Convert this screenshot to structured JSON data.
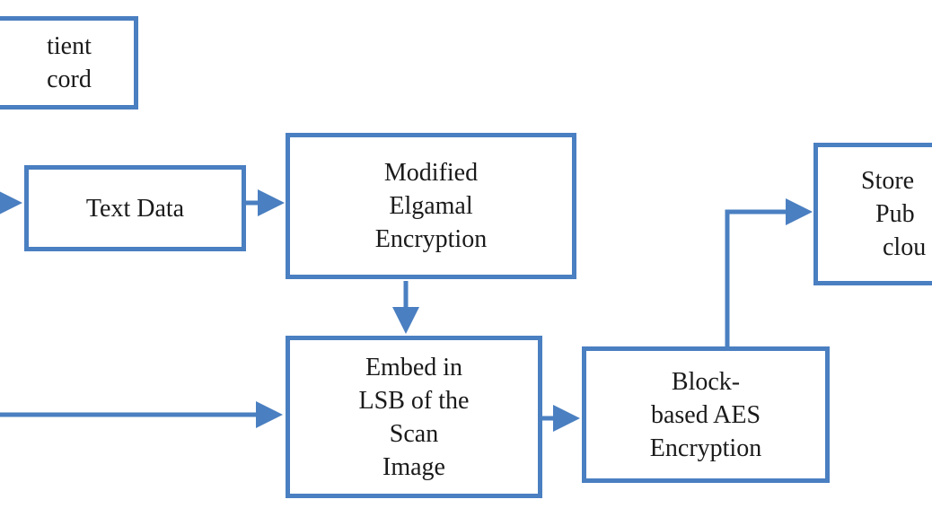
{
  "diagram": {
    "accent_color": "#4a7fc1",
    "nodes": {
      "patient_record": {
        "lines": [
          "tient",
          "cord"
        ]
      },
      "text_data": {
        "lines": [
          "Text Data"
        ]
      },
      "elgamal": {
        "lines": [
          "Modified",
          "Elgamal",
          "Encryption"
        ]
      },
      "embed": {
        "lines": [
          "Embed in",
          "LSB of the",
          "Scan",
          "Image"
        ]
      },
      "aes": {
        "lines": [
          "Block-",
          "based AES",
          "Encryption"
        ]
      },
      "store": {
        "lines": [
          "Store",
          "Pub",
          "clou"
        ]
      }
    }
  }
}
